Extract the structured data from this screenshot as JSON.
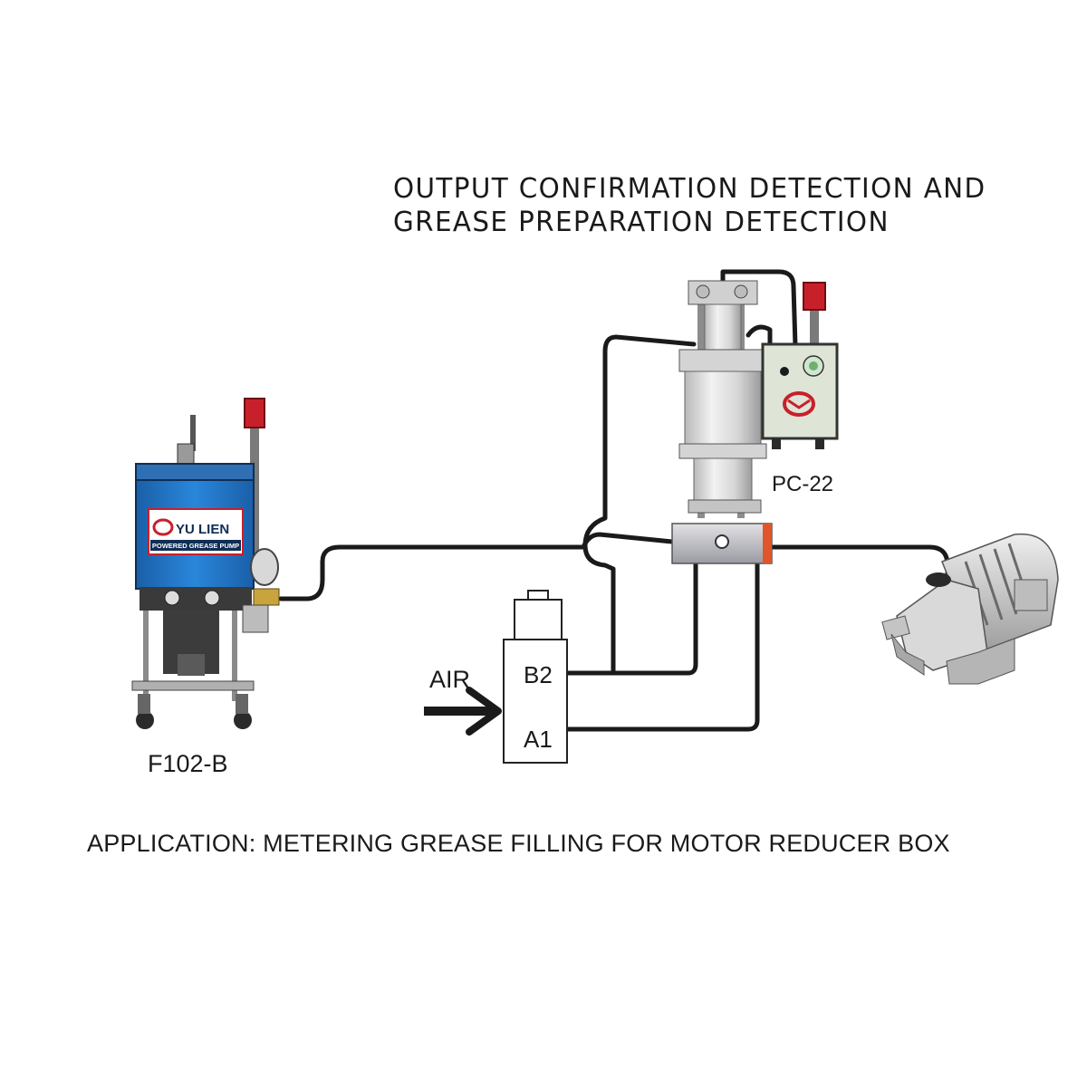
{
  "title": {
    "line1": "OUTPUT CONFIRMATION DETECTION AND",
    "line2": "GREASE PREPARATION DETECTION"
  },
  "pump": {
    "model": "F102-B",
    "brand": "YU LIEN",
    "subtitle": "POWERED GREASE PUMP",
    "body_color": "#1e73c8",
    "lamp_color": "#c8202a"
  },
  "controller": {
    "model": "PC-22",
    "lamp_color": "#c8202a",
    "logo_color": "#c8202a"
  },
  "valve": {
    "input_label": "AIR",
    "port_b": "B2",
    "port_a": "A1"
  },
  "caption": "APPLICATION: METERING GREASE FILLING FOR MOTOR REDUCER BOX",
  "icons": [
    "grease-pump-icon",
    "metering-controller-icon",
    "solenoid-valve-icon",
    "motor-reducer-icon",
    "air-arrow-icon"
  ]
}
